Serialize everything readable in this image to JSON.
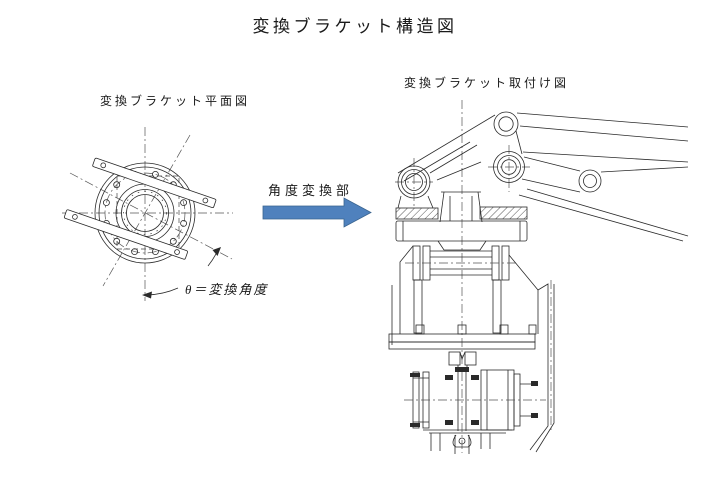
{
  "page": {
    "title": "変換ブラケット構造図",
    "background": "#ffffff"
  },
  "left_diagram": {
    "label": "変換ブラケット平面図",
    "theta_label": "θ＝変換角度"
  },
  "arrow": {
    "label": "角度変換部",
    "color": "#4f81bd",
    "edge_color": "#3a648f"
  },
  "right_diagram": {
    "label": "変換ブラケット取付け図"
  },
  "colors": {
    "line": "#2a2a2a",
    "centerline": "#555555",
    "text": "#1a1a1a"
  }
}
